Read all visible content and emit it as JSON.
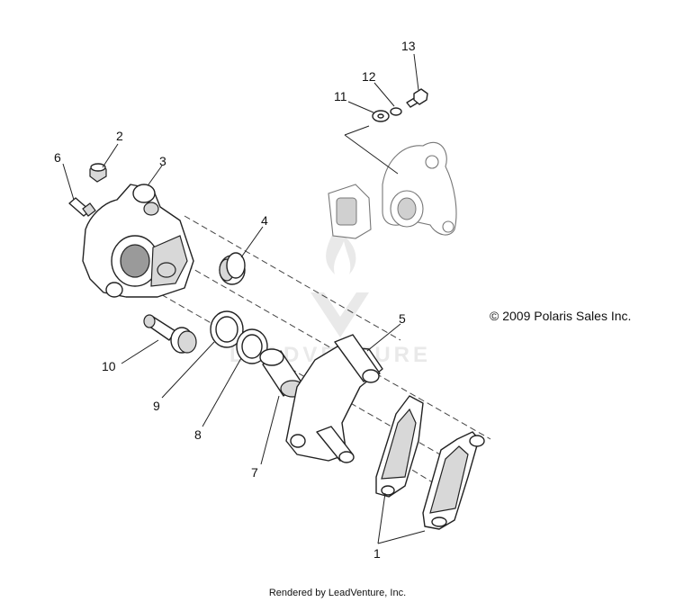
{
  "callouts": {
    "c1": "1",
    "c2": "2",
    "c3": "3",
    "c4": "4",
    "c5": "5",
    "c6": "6",
    "c7": "7",
    "c8": "8",
    "c9": "9",
    "c10": "10",
    "c11": "11",
    "c12": "12",
    "c13": "13"
  },
  "copyright": "© 2009 Polaris Sales Inc.",
  "footer": "Rendered by LeadVenture, Inc.",
  "watermark": "LEADVENTURE"
}
